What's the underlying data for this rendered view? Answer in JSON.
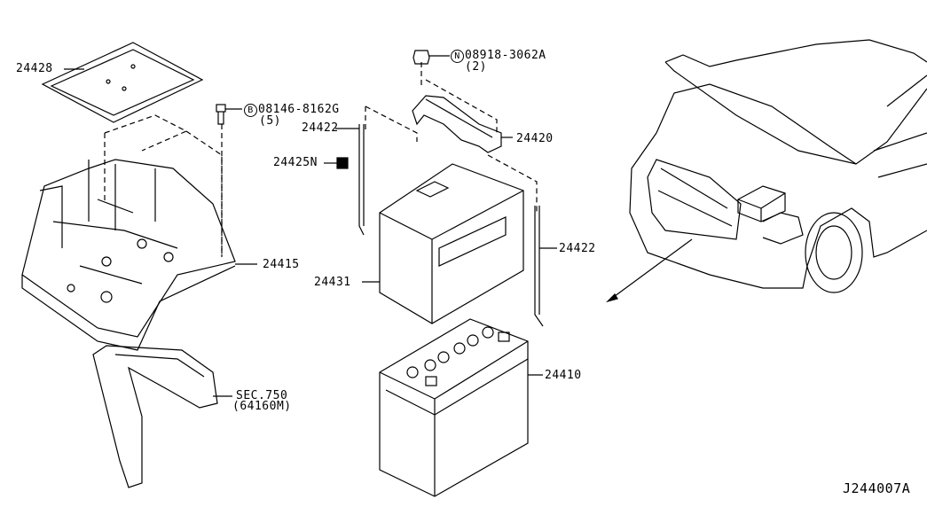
{
  "diagram_id": "J244007A",
  "parts": {
    "p24428": "24428",
    "p24415": "24415",
    "bolt_prefix": "B",
    "bolt": "08146-8162G",
    "bolt_qty": "(5)",
    "nut_prefix": "N",
    "nut": "08918-3062A",
    "nut_qty": "(2)",
    "p24422a": "24422",
    "p24422b": "24422",
    "p24425n": "24425N",
    "p24420": "24420",
    "p24431": "24431",
    "p24410": "24410",
    "sec": "SEC.750",
    "sec_ref": "(64160M)"
  }
}
